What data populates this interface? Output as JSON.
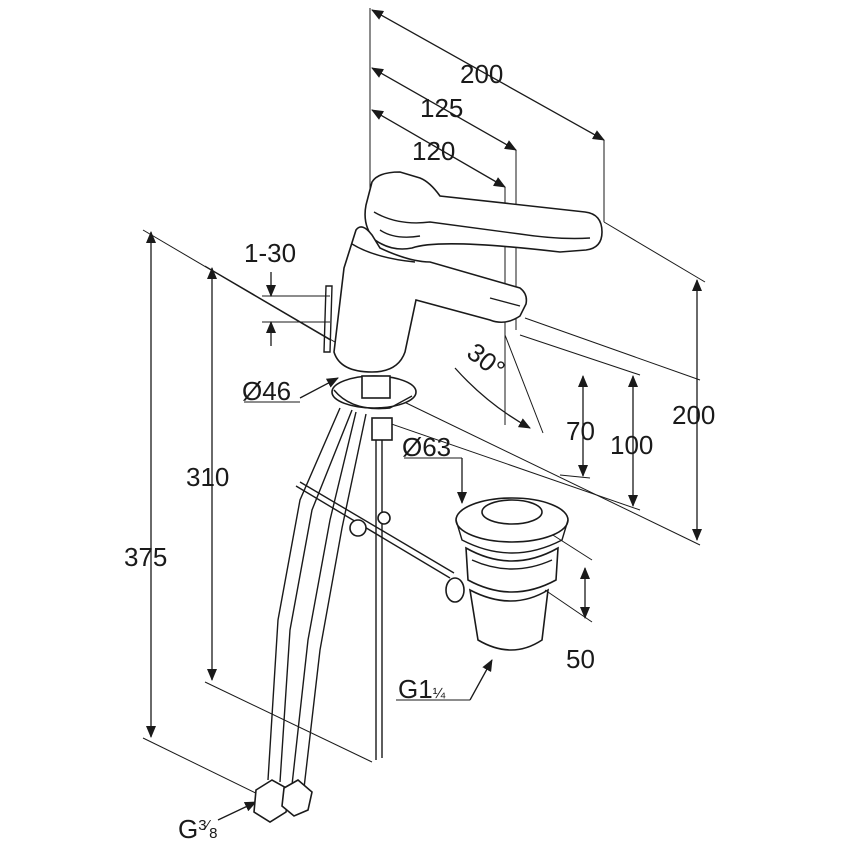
{
  "dimensions": {
    "width_200": "200",
    "width_125": "125",
    "width_120": "120",
    "lever_range": "1-30",
    "base_diameter": "Ø46",
    "angle": "30°",
    "height_70": "70",
    "height_100": "100",
    "height_200": "200",
    "waste_diameter": "Ø63",
    "height_310": "310",
    "height_375": "375",
    "waste_height": "50",
    "waste_thread": "G1",
    "waste_thread_fraction": "¼",
    "hose_thread": "G",
    "hose_thread_fraction_num": "3",
    "hose_thread_fraction_den": "8"
  }
}
